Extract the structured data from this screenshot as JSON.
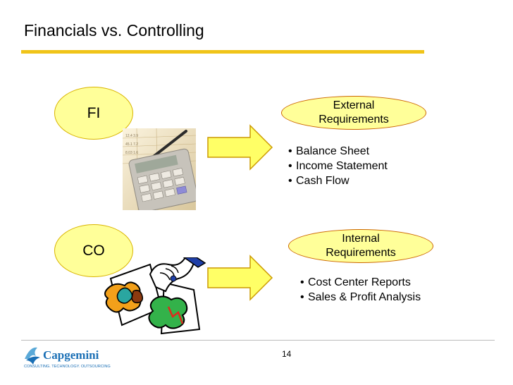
{
  "slide": {
    "title": "Financials vs. Controlling",
    "page_number": "14"
  },
  "fi": {
    "label": "FI",
    "target_line1": "External",
    "target_line2": "Requirements",
    "items": [
      "Balance Sheet",
      "Income Statement",
      "Cash Flow"
    ]
  },
  "co": {
    "label": "CO",
    "target_line1": "Internal",
    "target_line2": "Requirements",
    "items": [
      "Cost Center Reports",
      "Sales & Profit Analysis"
    ]
  },
  "logo": {
    "name": "Capgemini",
    "tagline": "CONSULTING. TECHNOLOGY. OUTSOURCING"
  },
  "colors": {
    "accent_rule": "#f0c419",
    "ellipse_fill": "#ffff99",
    "arrow_fill": "#ffff66",
    "logo_blue": "#1a6fb5"
  },
  "icons": {
    "fi_picture": "calculator-pen-photo-icon",
    "co_picture": "puzzle-hand-clipart-icon",
    "arrows": "block-arrow-right-icon"
  }
}
